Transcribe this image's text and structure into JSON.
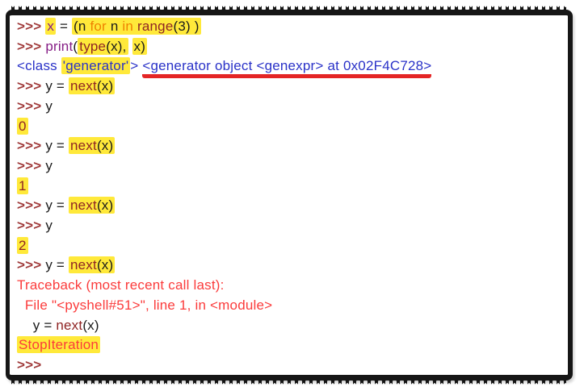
{
  "app": {
    "kind": "python-shell-session"
  },
  "palette": {
    "frame": "#161616",
    "prompt": "#a03b3b",
    "plain": "#1b1b1b",
    "keyword": "#ef8200",
    "builtin": "#8f2424",
    "purple": "#861e86",
    "output": "#2a32c8",
    "error": "#fb3b3b",
    "highlight": "#ffe93a",
    "underline": "#e42525"
  },
  "console": {
    "lines": [
      {
        "segments": [
          {
            "text": ">>> ",
            "style": "prompt"
          },
          {
            "text": "x",
            "style": "purple",
            "hl": true
          },
          {
            "text": " = ",
            "style": "plain"
          },
          {
            "text": "(n ",
            "style": "plain",
            "hl": true
          },
          {
            "text": "for",
            "style": "keyword",
            "hl": true
          },
          {
            "text": " n ",
            "style": "plain",
            "hl": true
          },
          {
            "text": "in",
            "style": "keyword",
            "hl": true
          },
          {
            "text": " ",
            "style": "plain",
            "hl": true
          },
          {
            "text": "range",
            "style": "builtin",
            "hl": true
          },
          {
            "text": "(3) )",
            "style": "plain",
            "hl": true
          }
        ]
      },
      {
        "segments": [
          {
            "text": ">>> ",
            "style": "prompt"
          },
          {
            "text": "print",
            "style": "purple"
          },
          {
            "text": "(",
            "style": "plain"
          },
          {
            "text": "type",
            "style": "builtin",
            "hl": true
          },
          {
            "text": "(x),",
            "style": "plain",
            "hl": true
          },
          {
            "text": " ",
            "style": "plain"
          },
          {
            "text": "x)",
            "style": "plain",
            "hl": true
          }
        ]
      },
      {
        "segments": [
          {
            "text": "<class ",
            "style": "output"
          },
          {
            "text": "'generator'",
            "style": "output",
            "hl": true
          },
          {
            "text": "> ",
            "style": "output"
          },
          {
            "text": "<generator object <genexpr> at 0x02F4C728>",
            "style": "output",
            "underline": true
          }
        ]
      },
      {
        "segments": [
          {
            "text": ">>> ",
            "style": "prompt"
          },
          {
            "text": "y = ",
            "style": "plain"
          },
          {
            "text": "next",
            "style": "builtin",
            "hl": true
          },
          {
            "text": "(x)",
            "style": "plain",
            "hl": true
          }
        ]
      },
      {
        "segments": [
          {
            "text": ">>> ",
            "style": "prompt"
          },
          {
            "text": "y",
            "style": "plain"
          }
        ]
      },
      {
        "segments": [
          {
            "text": "0",
            "style": "builtin",
            "hl": true
          }
        ]
      },
      {
        "segments": [
          {
            "text": ">>> ",
            "style": "prompt"
          },
          {
            "text": "y = ",
            "style": "plain"
          },
          {
            "text": "next",
            "style": "builtin",
            "hl": true
          },
          {
            "text": "(x)",
            "style": "plain",
            "hl": true
          }
        ]
      },
      {
        "segments": [
          {
            "text": ">>> ",
            "style": "prompt"
          },
          {
            "text": "y",
            "style": "plain"
          }
        ]
      },
      {
        "segments": [
          {
            "text": "1",
            "style": "builtin",
            "hl": true
          }
        ]
      },
      {
        "segments": [
          {
            "text": ">>> ",
            "style": "prompt"
          },
          {
            "text": "y = ",
            "style": "plain"
          },
          {
            "text": "next",
            "style": "builtin",
            "hl": true
          },
          {
            "text": "(x)",
            "style": "plain",
            "hl": true
          }
        ]
      },
      {
        "segments": [
          {
            "text": ">>> ",
            "style": "prompt"
          },
          {
            "text": "y",
            "style": "plain"
          }
        ]
      },
      {
        "segments": [
          {
            "text": "2",
            "style": "builtin",
            "hl": true
          }
        ]
      },
      {
        "segments": [
          {
            "text": ">>> ",
            "style": "prompt"
          },
          {
            "text": "y = ",
            "style": "plain"
          },
          {
            "text": "next",
            "style": "builtin",
            "hl": true
          },
          {
            "text": "(x)",
            "style": "plain",
            "hl": true
          }
        ]
      },
      {
        "segments": [
          {
            "text": "Traceback (most recent call last):",
            "style": "error"
          }
        ]
      },
      {
        "segments": [
          {
            "text": "  File \"<pyshell#51>\", line 1, in <module>",
            "style": "error"
          }
        ]
      },
      {
        "segments": [
          {
            "text": "    y = ",
            "style": "plain"
          },
          {
            "text": "next",
            "style": "builtin"
          },
          {
            "text": "(x)",
            "style": "plain"
          }
        ]
      },
      {
        "segments": [
          {
            "text": "StopIteration",
            "style": "error",
            "hl": true
          }
        ]
      },
      {
        "segments": [
          {
            "text": ">>>",
            "style": "prompt"
          }
        ]
      }
    ]
  }
}
